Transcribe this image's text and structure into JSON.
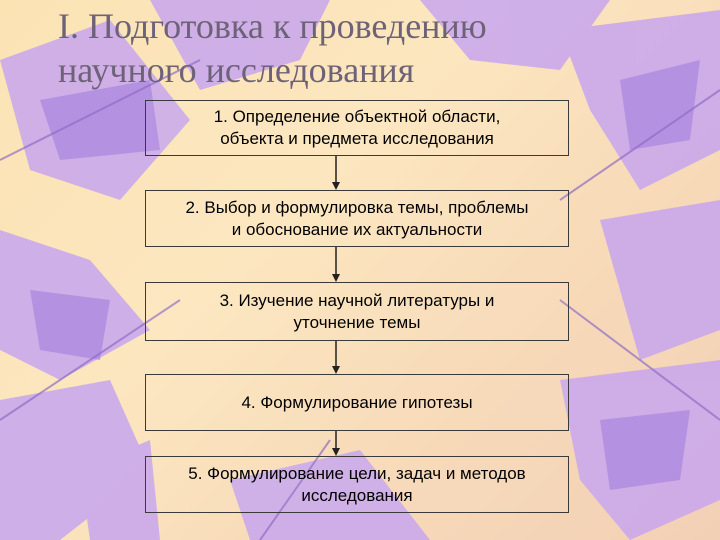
{
  "title": {
    "line1": "I. Подготовка к проведению",
    "line2": "научного исследования"
  },
  "steps": [
    {
      "line1": "1. Определение объектной области,",
      "line2": "объекта и предмета исследования"
    },
    {
      "line1": "2. Выбор и формулировка темы, проблемы",
      "line2": "и обоснование их актуальности"
    },
    {
      "line1": "3. Изучение научной литературы и",
      "line2": "уточнение темы"
    },
    {
      "line1": "4. Формулирование гипотезы",
      "line2": ""
    },
    {
      "line1": "5. Формулирование цели, задач и методов",
      "line2": "исследования"
    }
  ],
  "colors": {
    "petal": "#c9a8f0",
    "petal_dark": "#a47fd8",
    "background": "#fbe3b4",
    "title": "#6e6278"
  }
}
